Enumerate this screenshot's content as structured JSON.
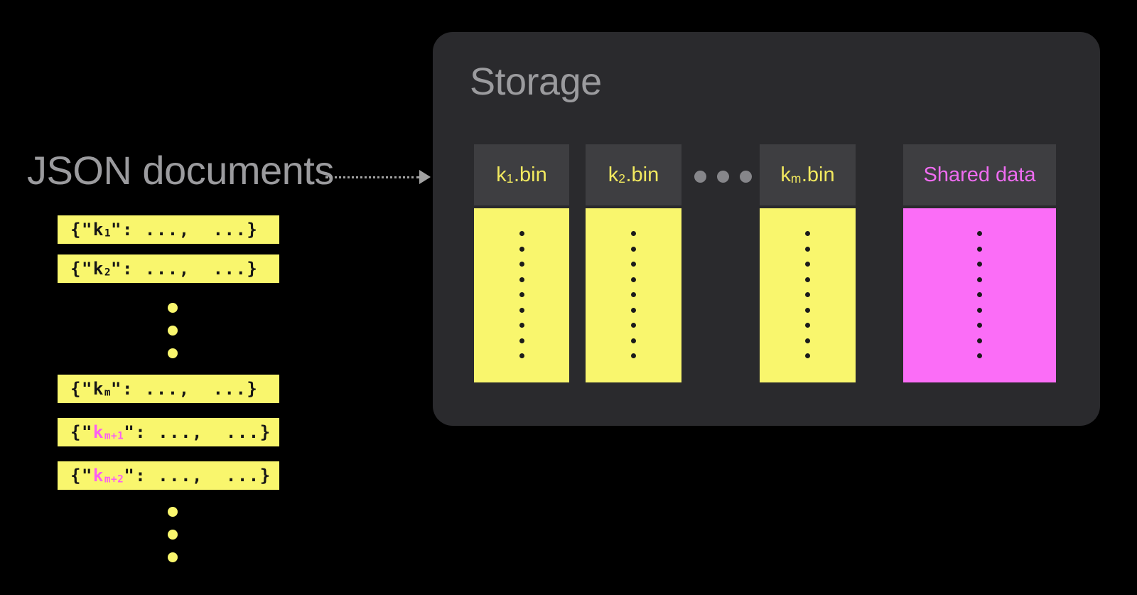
{
  "colors": {
    "background": "#000000",
    "panel": "#2a2a2d",
    "header_box": "#3e3e41",
    "yellow": "#f9f66d",
    "magenta": "#fb6df7",
    "pink_text": "#fb5ff2",
    "gray_text": "#9b9b9e",
    "gray_dot": "#86868a",
    "arrow": "#a2a2a2",
    "header_yellow_text": "#f2e95f",
    "shared_header_text": "#ef6cf1",
    "doc_text": "#161616"
  },
  "json_documents": {
    "label": "JSON documents",
    "bars": [
      {
        "prefix": "{\"",
        "key": "k",
        "sub": "1",
        "suffix": "\": ...,  ...}",
        "highlight": false
      },
      {
        "prefix": "{\"",
        "key": "k",
        "sub": "2",
        "suffix": "\": ...,  ...}",
        "highlight": false
      },
      {
        "prefix": "{\"",
        "key": "k",
        "sub": "m",
        "suffix": "\": ...,  ...}",
        "highlight": false
      },
      {
        "prefix": "{\"",
        "key": "k",
        "sub": "m+1",
        "suffix": "\": ...,  ...}",
        "highlight": true
      },
      {
        "prefix": "{\"",
        "key": "k",
        "sub": "m+2",
        "suffix": "\": ...,  ...}",
        "highlight": true
      }
    ],
    "ellipsis_top_dots": 3,
    "ellipsis_bottom_dots": 3
  },
  "storage": {
    "title": "Storage",
    "columns": [
      {
        "key": "k",
        "sub": "1",
        "suffix": ".bin",
        "dots": 9
      },
      {
        "key": "k",
        "sub": "2",
        "suffix": ".bin",
        "dots": 9
      },
      {
        "key": "k",
        "sub": "m",
        "suffix": ".bin",
        "dots": 9
      },
      {
        "label": "Shared data",
        "dots": 9
      }
    ],
    "ellipsis_dots": 3
  }
}
